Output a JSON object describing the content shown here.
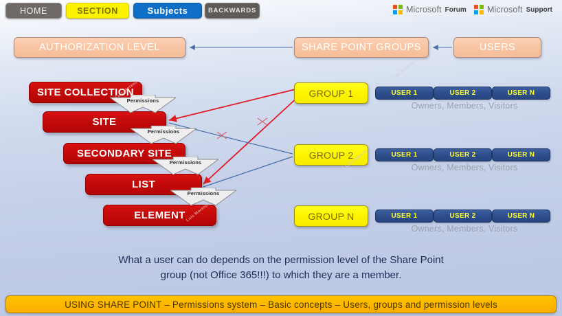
{
  "nav": {
    "home": "HOME",
    "section": "SECTION",
    "subjects": "Subjects",
    "backwards": "BACKWARDS"
  },
  "brand": {
    "forum": {
      "word": "Microsoft",
      "sub": "Forum"
    },
    "support": {
      "word": "Microsoft",
      "sub": "Support"
    }
  },
  "top_row": {
    "authorization_level": "AUTHORIZATION LEVEL",
    "share_point_groups": "SHARE POINT GROUPS",
    "users": "USERS"
  },
  "hierarchy": {
    "items": [
      {
        "label": "SITE COLLECTION"
      },
      {
        "label": "SITE"
      },
      {
        "label": "SECONDARY SITE"
      },
      {
        "label": "LIST"
      },
      {
        "label": "ELEMENT"
      }
    ],
    "permission_arrow_label": "Permissions"
  },
  "groups": [
    {
      "label": "GROUP 1",
      "users": [
        "USER 1",
        "USER 2",
        "USER N"
      ],
      "roles": "Owners, Members, Visitors"
    },
    {
      "label": "GROUP 2",
      "users": [
        "USER 1",
        "USER 2",
        "USER N"
      ],
      "roles": "Owners, Members, Visitors"
    },
    {
      "label": "GROUP N",
      "users": [
        "USER 1",
        "USER 2",
        "USER N"
      ],
      "roles": "Owners, Members, Visitors"
    }
  ],
  "caption": {
    "line1": "What a user can do depends on the permission level of the Share Point",
    "line2": "group (not Office 365!!!) to which they are a member."
  },
  "footer": {
    "text": "USING SHARE POINT – Permissions system – Basic concepts – Users, groups and permission levels"
  },
  "watermark": {
    "text": "Luis Moreno"
  },
  "colors": {
    "nav_section": "#fdf300",
    "nav_subjects": "#0f6fc6",
    "nav_grey": "#6f6a67",
    "peach": "#f8c4a2",
    "red": "#c40a0a",
    "yellow": "#fdf400",
    "user_blue": "#2d4d8c",
    "footer_orange": "#fdb700",
    "link_red": "#e01b24",
    "link_blue": "#4a6ea8"
  }
}
